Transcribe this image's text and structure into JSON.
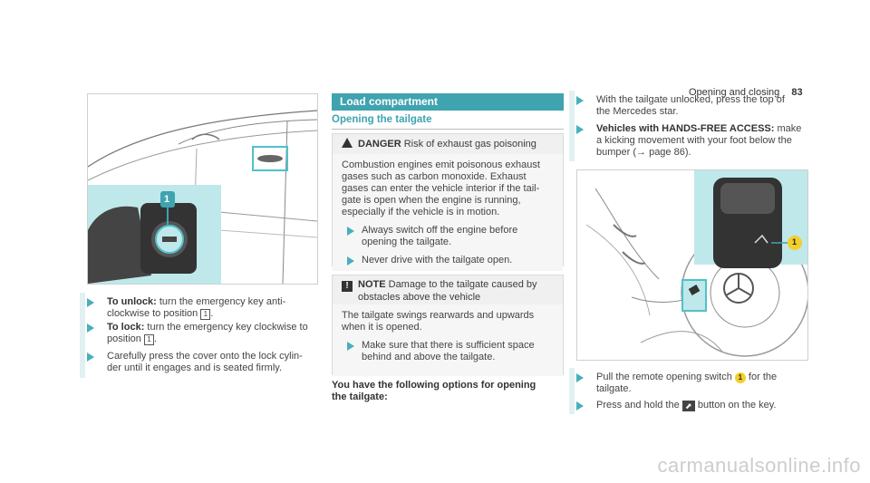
{
  "header": {
    "section": "Opening and closing",
    "page": "83"
  },
  "left": {
    "figure_callout": "1",
    "bullets": [
      {
        "strong": "To unlock:",
        "text": " turn the emergency key anti-",
        "line2": "clockwise to position ",
        "pos": "1",
        "tail": "."
      },
      {
        "strong": "To lock:",
        "text": " turn the emergency key clockwise to",
        "line2": "position ",
        "pos": "1",
        "tail": "."
      },
      {
        "text": "Carefully press the cover onto the lock cylin-",
        "line2": "der until it engages and is seated firmly."
      }
    ]
  },
  "middle": {
    "section_title": "Load compartment",
    "subtitle": "Opening the tailgate",
    "danger": {
      "label": "DANGER",
      "title": " Risk of exhaust gas poisoning",
      "body": [
        "Combustion engines emit poisonous exhaust",
        "gases such as carbon monoxide. Exhaust",
        "gases can enter the vehicle interior if the tail-",
        "gate is open when the engine is running,",
        "especially if the vehicle is in motion."
      ],
      "bullets": [
        [
          "Always switch off the engine before",
          "opening the tailgate."
        ],
        [
          "Never drive with the tailgate open."
        ]
      ]
    },
    "note": {
      "label": "NOTE",
      "title_lines": [
        " Damage to the tailgate caused by",
        "obstacles above the vehicle"
      ],
      "body": [
        "The tailgate swings rearwards and upwards",
        "when it is opened."
      ],
      "bullets": [
        [
          "Make sure that there is sufficient space",
          "behind and above the tailgate."
        ]
      ]
    },
    "options_heading": [
      "You have the following options for opening",
      "the tailgate:"
    ]
  },
  "right": {
    "bullets_top": [
      {
        "lines": [
          "With the tailgate unlocked, press the top of",
          "the Mercedes star."
        ]
      },
      {
        "strong": "Vehicles with HANDS-FREE ACCESS:",
        "lines": [
          " make",
          "a kicking movement with your foot below the",
          "bumper (→ page 86)."
        ]
      }
    ],
    "figure_callout": "1",
    "bullets_bottom": [
      {
        "pre": "Pull the remote opening switch ",
        "callout": "1",
        "post": " for the",
        "line2": "tailgate."
      },
      {
        "pre": "Press and hold the ",
        "icon": "trunk-icon",
        "post": " button on the key."
      }
    ]
  },
  "footer": {
    "watermark": "carmanualsonline.info"
  }
}
